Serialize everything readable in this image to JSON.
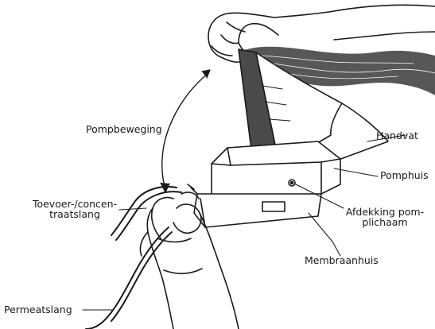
{
  "figure": {
    "labels": {
      "pump_motion": "Pompbeweging",
      "handle": "Handvat",
      "pump_housing": "Pomphuis",
      "feed_hose_line1": "Toevoer-/concen-",
      "feed_hose_line2": "traatslang",
      "cover_line1": "Afdekking pom-",
      "cover_line2": "plichaam",
      "membrane_housing": "Membraanhuis",
      "permeate_hose": "Permeatslang"
    }
  },
  "colors": {
    "ink": "#1a1a1a",
    "background": "#ffffff",
    "shade": "#3a3a3a"
  }
}
